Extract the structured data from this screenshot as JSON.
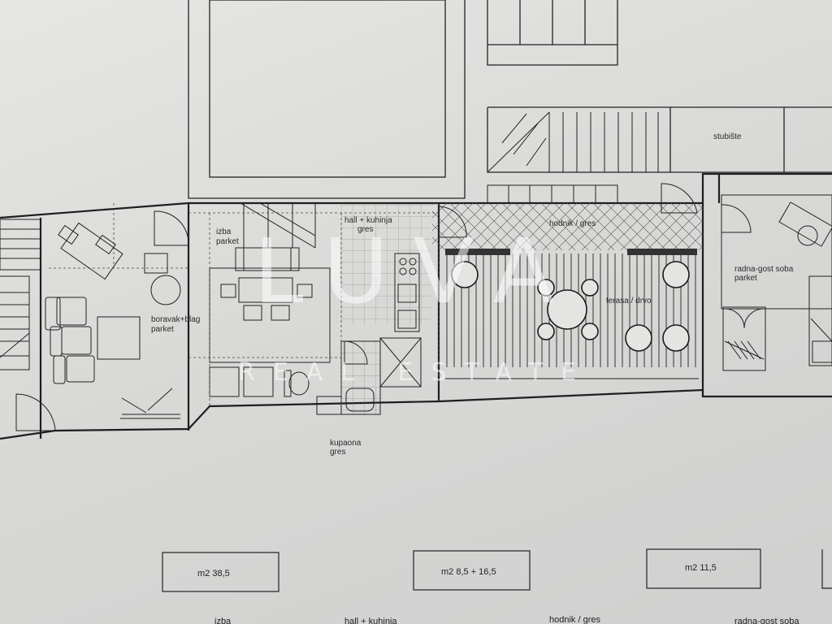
{
  "rooms": {
    "izba": "izba",
    "izba_floor": "parket",
    "hall": "hall + kuhinja",
    "hall_floor": "gres",
    "hodnik": "hodnik / gres",
    "stubiste": "stubište",
    "radna": "radna-gost soba",
    "radna_floor": "parket",
    "boravak": "boravak+blag",
    "boravak_floor": "parket",
    "terasa": "terasa / drvo",
    "kupaona": "kupaona",
    "kupaona_floor": "gres"
  },
  "areas": [
    {
      "label": "m2  38,5"
    },
    {
      "label": "m2  8,5 + 16,5"
    },
    {
      "label": "m2 11,5"
    }
  ],
  "bottom_labels": [
    "izba",
    "hall + kuhinja",
    "hodnik / gres",
    "radna-gost soba"
  ],
  "watermark": {
    "main": "LUVA",
    "sub": "REAL ESTATE"
  }
}
